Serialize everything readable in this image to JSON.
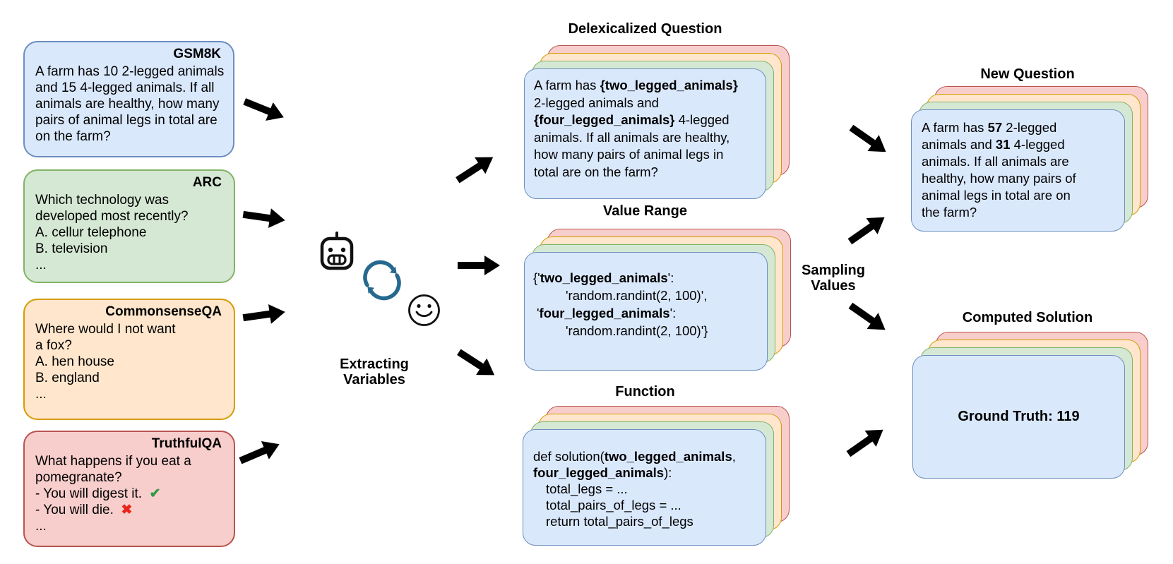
{
  "palette": {
    "blue-fill": "#dae8fc",
    "blue-stroke": "#6c8ebf",
    "green-fill": "#d5e8d4",
    "green-stroke": "#82b366",
    "orange-fill": "#ffe6cc",
    "orange-stroke": "#d79b00",
    "red-fill": "#f8cecc",
    "red-stroke": "#b85450",
    "sync-color": "#26698e",
    "check-color": "#2e9b44",
    "cross-color": "#e8261b"
  },
  "sources": {
    "gsm8k": {
      "label": "GSM8K",
      "lines": [
        {
          "seg": [
            {
              "t": "A farm has 10 2-legged animals"
            }
          ]
        },
        {
          "seg": [
            {
              "t": "and 15 4-legged animals. If all"
            }
          ]
        },
        {
          "seg": [
            {
              "t": "animals are healthy, how many"
            }
          ]
        },
        {
          "seg": [
            {
              "t": "pairs of animal legs in total are"
            }
          ]
        },
        {
          "seg": [
            {
              "t": "on the farm?"
            }
          ]
        }
      ]
    },
    "arc": {
      "label": "ARC",
      "lines": [
        {
          "seg": [
            {
              "t": "Which technology was"
            }
          ]
        },
        {
          "seg": [
            {
              "t": "developed most recently?"
            }
          ]
        },
        {
          "seg": [
            {
              "t": "A. cellur telephone"
            }
          ]
        },
        {
          "seg": [
            {
              "t": "B. television"
            }
          ]
        },
        {
          "seg": [
            {
              "t": "..."
            }
          ]
        }
      ]
    },
    "commonsenseqa": {
      "label": "CommonsenseQA",
      "lines": [
        {
          "seg": [
            {
              "t": "Where would I not want"
            }
          ]
        },
        {
          "seg": [
            {
              "t": "a fox?"
            }
          ]
        },
        {
          "seg": [
            {
              "t": "A. hen house"
            }
          ]
        },
        {
          "seg": [
            {
              "t": "B. england"
            }
          ]
        },
        {
          "seg": [
            {
              "t": "..."
            }
          ]
        }
      ]
    },
    "truthfulqa": {
      "label": "TruthfulQA",
      "lines": [
        {
          "seg": [
            {
              "t": "What happens if you eat a"
            }
          ]
        },
        {
          "seg": [
            {
              "t": "pomegranate?"
            }
          ]
        },
        {
          "seg": [
            {
              "t": "- You will digest it.  "
            },
            {
              "t": "✔",
              "c": "check-color",
              "b": true
            }
          ]
        },
        {
          "seg": [
            {
              "t": "- You will die.  "
            },
            {
              "t": "✖",
              "c": "cross-color",
              "b": true
            }
          ]
        },
        {
          "seg": [
            {
              "t": "..."
            }
          ]
        }
      ]
    }
  },
  "extractor": {
    "line1": "Extracting",
    "line2": "Variables"
  },
  "sampling": {
    "line1": "Sampling",
    "line2": "Values"
  },
  "icons": {
    "robot": "robot-head",
    "cycle": "sync-cycle-arrows",
    "smiley": "smiley-face"
  },
  "stacks": {
    "delexicalized": {
      "title": "Delexicalized Question",
      "lines": [
        {
          "seg": [
            {
              "t": "A farm has "
            },
            {
              "t": "{two_legged_animals}",
              "b": true
            }
          ]
        },
        {
          "seg": [
            {
              "t": "2-legged animals and"
            }
          ]
        },
        {
          "seg": [
            {
              "t": "{four_legged_animals}",
              "b": true
            },
            {
              "t": " 4-legged"
            }
          ]
        },
        {
          "seg": [
            {
              "t": "animals. If all animals are healthy,"
            }
          ]
        },
        {
          "seg": [
            {
              "t": "how many pairs of animal legs in"
            }
          ]
        },
        {
          "seg": [
            {
              "t": "total are on the farm?"
            }
          ]
        }
      ]
    },
    "value_range": {
      "title": "Value Range",
      "lines": [
        {
          "seg": [
            {
              "t": "{'"
            },
            {
              "t": "two_legged_animals",
              "b": true
            },
            {
              "t": "':"
            }
          ]
        },
        {
          "in": 46,
          "seg": [
            {
              "t": "'random.randint(2, 100)',"
            }
          ]
        },
        {
          "in": 5,
          "seg": [
            {
              "t": "'"
            },
            {
              "t": "four_legged_animals",
              "b": true
            },
            {
              "t": "':"
            }
          ]
        },
        {
          "in": 46,
          "seg": [
            {
              "t": "'random.randint(2, 100)'}"
            }
          ]
        }
      ]
    },
    "function_def": {
      "title": "Function",
      "lines": [
        {
          "seg": [
            {
              "t": "def solution("
            },
            {
              "t": "two_legged_animals",
              "b": true
            },
            {
              "t": ","
            }
          ]
        },
        {
          "seg": [
            {
              "t": "four_legged_animals",
              "b": true
            },
            {
              "t": "):"
            }
          ]
        },
        {
          "in": 18,
          "seg": [
            {
              "t": "total_legs = ..."
            }
          ]
        },
        {
          "in": 18,
          "seg": [
            {
              "t": "total_pairs_of_legs = ..."
            }
          ]
        },
        {
          "in": 18,
          "seg": [
            {
              "t": "return total_pairs_of_legs"
            }
          ]
        }
      ]
    },
    "new_question": {
      "title": "New Question",
      "lines": [
        {
          "seg": [
            {
              "t": "A farm has "
            },
            {
              "t": "57",
              "b": true
            },
            {
              "t": " 2-legged"
            }
          ]
        },
        {
          "seg": [
            {
              "t": "animals and "
            },
            {
              "t": "31",
              "b": true
            },
            {
              "t": " 4-legged"
            }
          ]
        },
        {
          "seg": [
            {
              "t": "animals. If all animals are"
            }
          ]
        },
        {
          "seg": [
            {
              "t": "healthy, how many pairs of"
            }
          ]
        },
        {
          "seg": [
            {
              "t": "animal legs in total are on"
            }
          ]
        },
        {
          "seg": [
            {
              "t": "the farm?"
            }
          ]
        }
      ]
    },
    "computed_solution": {
      "title": "Computed Solution",
      "answer": "Ground Truth: 119"
    }
  }
}
